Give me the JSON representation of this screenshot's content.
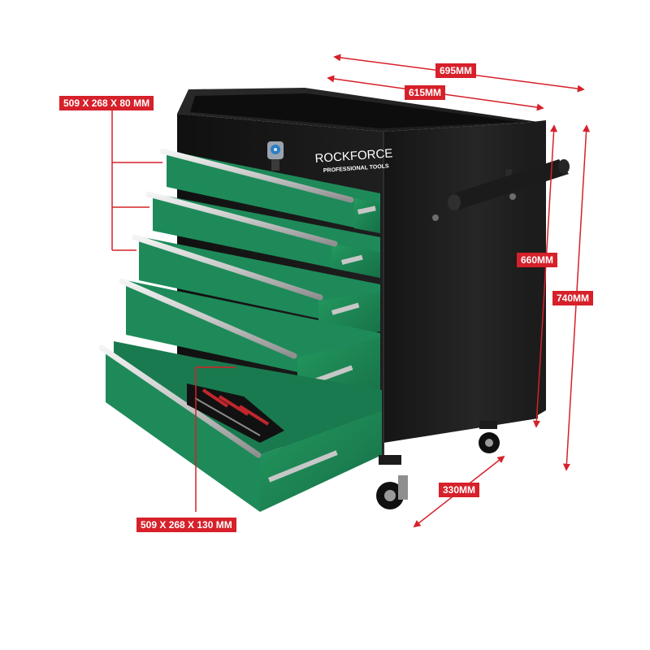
{
  "brand": {
    "name": "ROCKFORCE",
    "tagline": "PROFESSIONAL TOOLS"
  },
  "dimensions": {
    "overall_width": "695MM",
    "body_width": "615MM",
    "body_height": "660MM",
    "overall_height": "740MM",
    "depth": "330MM",
    "small_drawer": "509 X 268 X 80 MM",
    "large_drawer": "509 X 268 X 130 MM"
  },
  "colors": {
    "accent": "#d6202a",
    "cabinet": "#141414",
    "drawer": "#1e8a5a",
    "handle": "#d8d8d8"
  }
}
